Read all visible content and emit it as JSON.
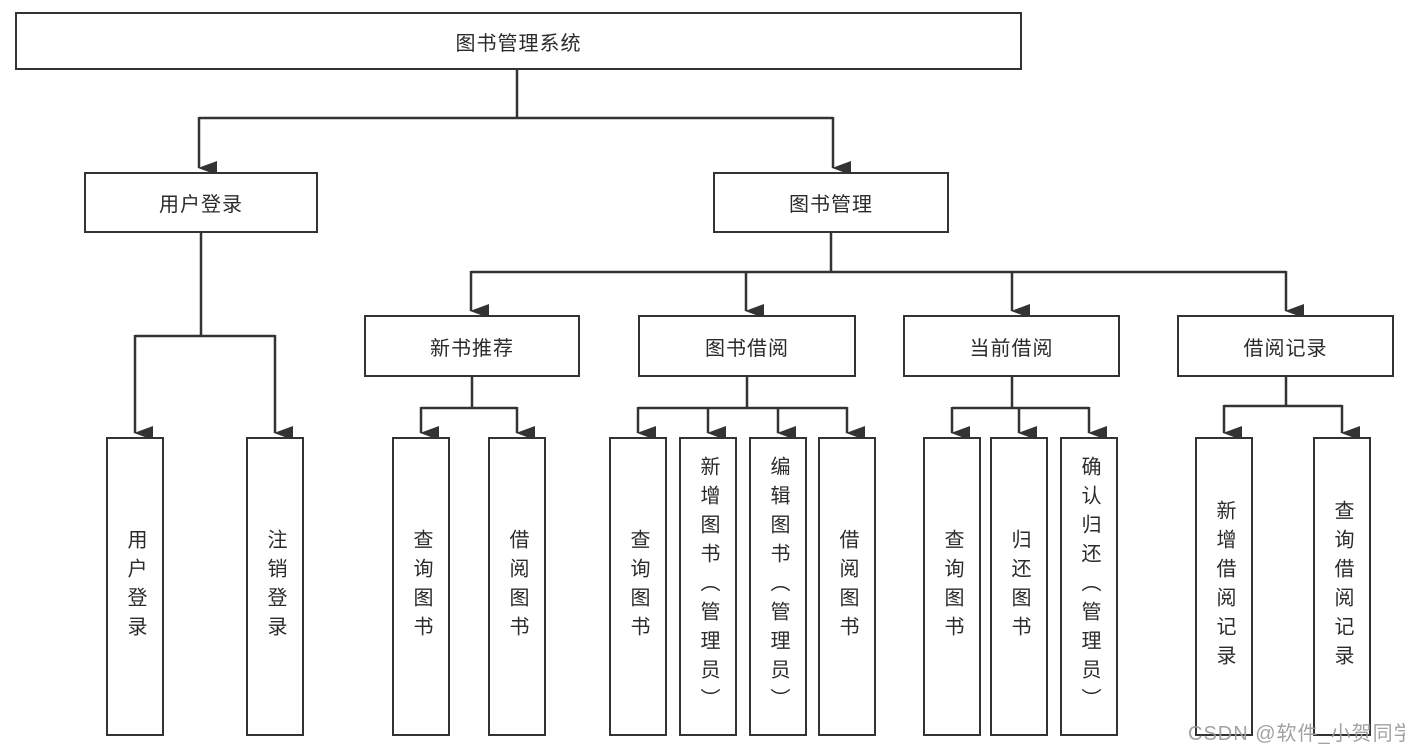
{
  "diagram": {
    "title": "图书管理系统",
    "tree": {
      "root": {
        "label": "图书管理系统"
      },
      "level2": [
        {
          "label": "用户登录",
          "leaves": [
            "用户登录",
            "注销登录"
          ]
        },
        {
          "label": "图书管理",
          "groups": [
            {
              "label": "新书推荐",
              "leaves": [
                "查询图书",
                "借阅图书"
              ]
            },
            {
              "label": "图书借阅",
              "leaves": [
                "查询图书",
                "新增图书（管理员）",
                "编辑图书（管理员）",
                "借阅图书"
              ]
            },
            {
              "label": "当前借阅",
              "leaves": [
                "查询图书",
                "归还图书",
                "确认归还（管理员）"
              ]
            },
            {
              "label": "借阅记录",
              "leaves": [
                "新增借阅记录",
                "查询借阅记录"
              ]
            }
          ]
        }
      ]
    },
    "colors": {
      "line": "#333333",
      "text": "#2b2b2b",
      "background": "#ffffff",
      "watermark": "#9a9a9a"
    }
  },
  "watermark": {
    "text": "CSDN @软件_小贺同学"
  }
}
